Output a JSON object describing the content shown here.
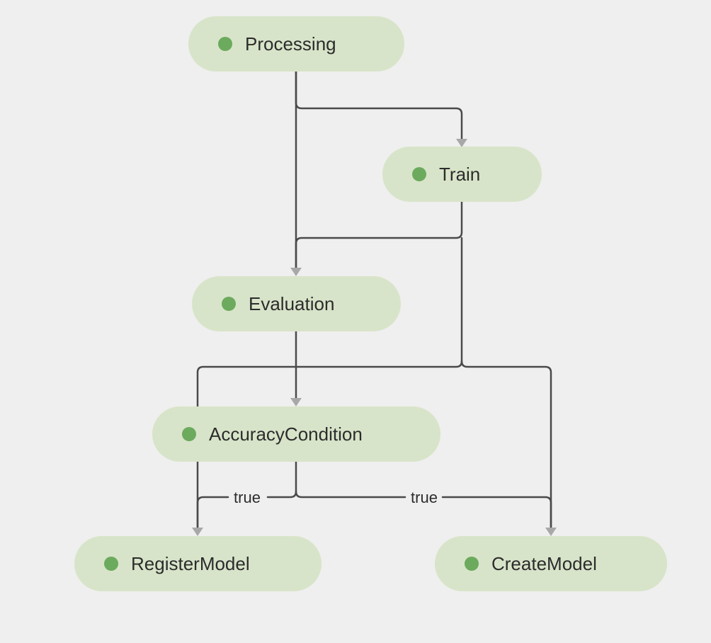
{
  "diagram": {
    "nodes": [
      {
        "id": "processing",
        "label": "Processing",
        "status": "success"
      },
      {
        "id": "train",
        "label": "Train",
        "status": "success"
      },
      {
        "id": "evaluation",
        "label": "Evaluation",
        "status": "success"
      },
      {
        "id": "accuracy_condition",
        "label": "AccuracyCondition",
        "status": "success"
      },
      {
        "id": "register_model",
        "label": "RegisterModel",
        "status": "success"
      },
      {
        "id": "create_model",
        "label": "CreateModel",
        "status": "success"
      }
    ],
    "edges": [
      {
        "from": "processing",
        "to": "train"
      },
      {
        "from": "processing",
        "to": "evaluation"
      },
      {
        "from": "train",
        "to": "evaluation"
      },
      {
        "from": "train",
        "to": "register_model"
      },
      {
        "from": "train",
        "to": "create_model"
      },
      {
        "from": "evaluation",
        "to": "accuracy_condition"
      },
      {
        "from": "accuracy_condition",
        "to": "register_model",
        "label": "true"
      },
      {
        "from": "accuracy_condition",
        "to": "create_model",
        "label": "true"
      }
    ],
    "colors": {
      "background": "#efefef",
      "node_fill": "#d8e4c9",
      "status_dot": "#6caa5e",
      "edge": "#4a4a4a",
      "arrowhead": "#a8a8a8"
    }
  }
}
